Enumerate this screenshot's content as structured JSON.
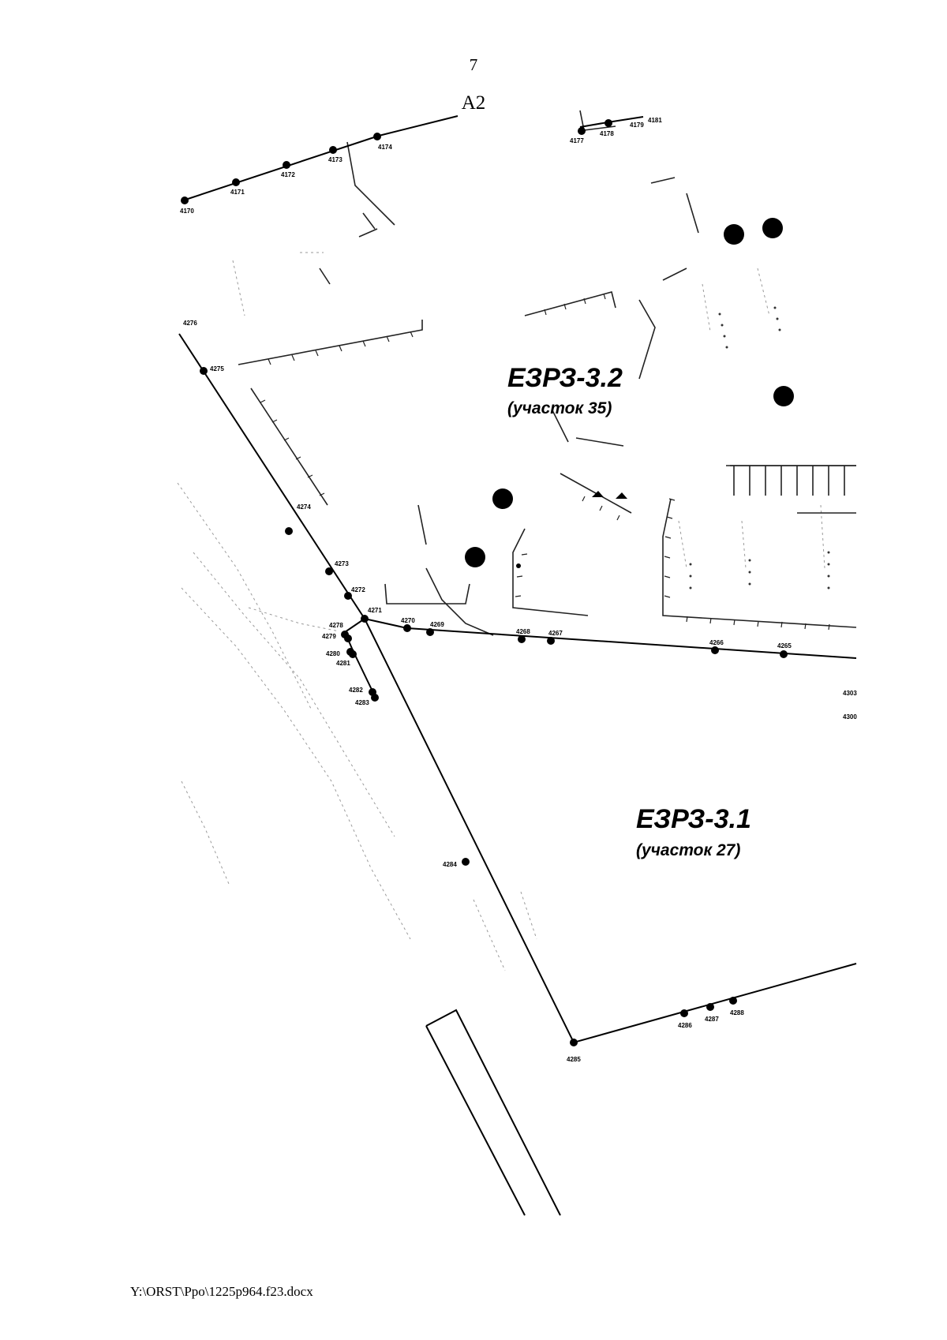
{
  "page": {
    "number": "7",
    "sheet": "А2"
  },
  "zones": [
    {
      "id": "ezrz-3-2",
      "name": "ЕЗРЗ-3.2",
      "parcel": "(участок 35)"
    },
    {
      "id": "ezrz-3-1",
      "name": "ЕЗРЗ-3.1",
      "parcel": "(участок 27)"
    }
  ],
  "points": {
    "p4170": "4170",
    "p4171": "4171",
    "p4172": "4172",
    "p4173": "4173",
    "p4174": "4174",
    "p4177": "4177",
    "p4178": "4178",
    "p4179": "4179",
    "p4181": "4181",
    "p4276": "4276",
    "p4275": "4275",
    "p4274": "4274",
    "p4273": "4273",
    "p4272": "4272",
    "p4271": "4271",
    "p4270": "4270",
    "p4269": "4269",
    "p4268": "4268",
    "p4267": "4267",
    "p4266": "4266",
    "p4265": "4265",
    "p4278": "4278",
    "p4279": "4279",
    "p4280": "4280",
    "p4281": "4281",
    "p4282": "4282",
    "p4283": "4283",
    "p4284": "4284",
    "p4285": "4285",
    "p4286": "4286",
    "p4287": "4287",
    "p4288": "4288",
    "p4303": "4303",
    "p4300": "4300"
  },
  "footer": {
    "file_path": "Y:\\ORST\\Ppo\\1225p964.f23.docx"
  }
}
